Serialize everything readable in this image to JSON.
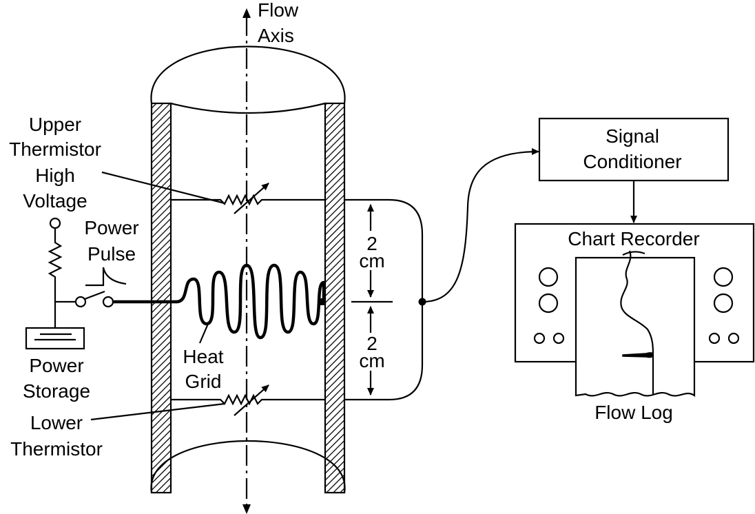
{
  "labels": {
    "flow_axis": [
      "Flow",
      "Axis"
    ],
    "upper_thermistor": [
      "Upper",
      "Thermistor"
    ],
    "high_voltage": [
      "High",
      "Voltage"
    ],
    "power_pulse": [
      "Power",
      "Pulse"
    ],
    "heat_grid": [
      "Heat",
      "Grid"
    ],
    "power_storage": [
      "Power",
      "Storage"
    ],
    "lower_thermistor": [
      "Lower",
      "Thermistor"
    ],
    "spacing_upper": [
      "2",
      "cm"
    ],
    "spacing_lower": [
      "2",
      "cm"
    ],
    "signal_conditioner": [
      "Signal",
      "Conditioner"
    ],
    "chart_recorder": "Chart Recorder",
    "flow_log": "Flow Log"
  }
}
